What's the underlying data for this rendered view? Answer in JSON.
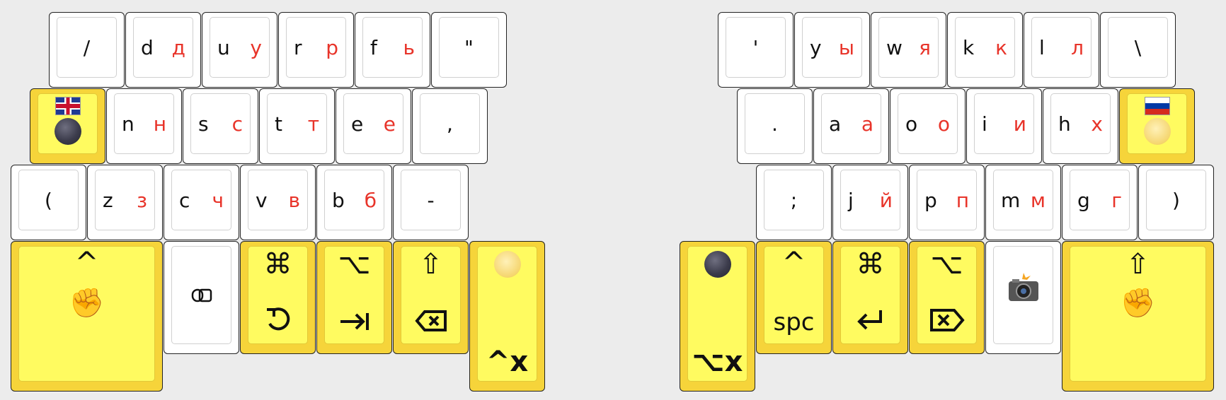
{
  "left": {
    "row1": [
      {
        "main": "/"
      },
      {
        "main": "d",
        "ru": "д"
      },
      {
        "main": "u",
        "ru": "у"
      },
      {
        "main": "r",
        "ru": "р"
      },
      {
        "main": "f",
        "ru": "ь"
      },
      {
        "main": "\""
      }
    ],
    "row2": [
      {
        "main": "n",
        "ru": "н"
      },
      {
        "main": "s",
        "ru": "с"
      },
      {
        "main": "t",
        "ru": "т"
      },
      {
        "main": "e",
        "ru": "е"
      },
      {
        "main": ","
      }
    ],
    "row3": [
      {
        "main": "("
      },
      {
        "main": "z",
        "ru": "з"
      },
      {
        "main": "c",
        "ru": "ч"
      },
      {
        "main": "v",
        "ru": "в"
      },
      {
        "main": "b",
        "ru": "б"
      },
      {
        "main": "-"
      }
    ],
    "thumbs": {
      "ctrl_top": "^",
      "cmd_top": "⌘",
      "alt_top": "⌥",
      "shift_top": "⇧",
      "ctrl_x": "^x"
    },
    "layer_key": {
      "icons": [
        "uk-flag-icon",
        "new-moon-icon"
      ]
    }
  },
  "right": {
    "row1": [
      {
        "main": "'"
      },
      {
        "main": "y",
        "ru": "ы"
      },
      {
        "main": "w",
        "ru": "я"
      },
      {
        "main": "k",
        "ru": "к"
      },
      {
        "main": "l",
        "ru": "л"
      },
      {
        "main": "\\"
      }
    ],
    "row2": [
      {
        "main": "."
      },
      {
        "main": "a",
        "ru": "а"
      },
      {
        "main": "o",
        "ru": "о"
      },
      {
        "main": "i",
        "ru": "и"
      },
      {
        "main": "h",
        "ru": "х"
      }
    ],
    "row3": [
      {
        "main": ";"
      },
      {
        "main": "j",
        "ru": "й"
      },
      {
        "main": "p",
        "ru": "п"
      },
      {
        "main": "m",
        "ru": "м"
      },
      {
        "main": "g",
        "ru": "г"
      },
      {
        "main": ")"
      }
    ],
    "thumbs": {
      "alt_x": "⌥x",
      "ctrl_top": "^",
      "space": "spc",
      "cmd_top": "⌘",
      "alt_top": "⌥",
      "shift_top": "⇧"
    },
    "layer_key": {
      "icons": [
        "russia-flag-icon",
        "full-moon-icon"
      ]
    }
  },
  "colors": {
    "key_bg": "#ffffff",
    "mod_bg": "#fffb60",
    "mod_border": "#f6d43a",
    "ru_text": "#e8342a"
  }
}
